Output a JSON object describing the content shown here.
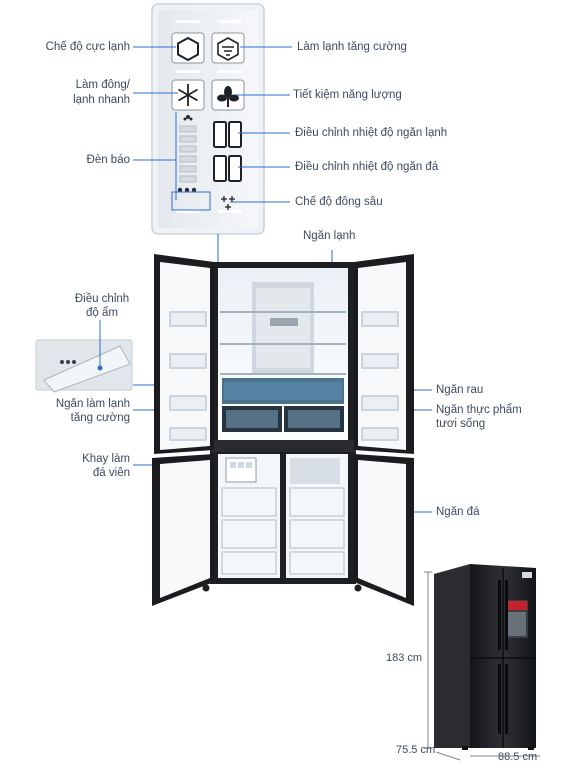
{
  "labels": {
    "sieu_lanh": "Chế độ cực lạnh",
    "lam_lanh_tang_cuong": "Làm lạnh tăng cường",
    "lam_dong_1": "Làm đông/",
    "lam_dong_2": "lạnh nhanh",
    "tiet_kiem": "Tiết kiệm năng lượng",
    "den_bao": "Đèn báo",
    "dc_ngan_lanh": "Điều chỉnh nhiệt độ ngăn lạnh",
    "dc_ngan_da": "Điều chỉnh nhiệt độ ngăn đá",
    "dong_sau": "Chế độ đông sâu",
    "ngan_lanh": "Ngăn lạnh",
    "dc_do_am_1": "Điều chỉnh",
    "dc_do_am_2": "độ ẩm",
    "ngan_rau": "Ngăn rau",
    "ngan_lam_lanh_1": "Ngăn làm lạnh",
    "ngan_lam_lanh_2": "tăng cường",
    "ngan_thuc_pham_1": "Ngăn thực phẩm",
    "ngan_thuc_pham_2": "tươi sống",
    "khay_da_1": "Khay làm",
    "khay_da_2": "đá viên",
    "ngan_da": "Ngăn đá"
  },
  "dimensions": {
    "height": "183 cm",
    "depth": "75.5 cm",
    "width": "88.5 cm"
  },
  "colors": {
    "label_text": "#3d4b5f",
    "leader_line": "#2a6fd1",
    "fridge_body": "#1e1f22",
    "interior": "#f3f6f9"
  }
}
